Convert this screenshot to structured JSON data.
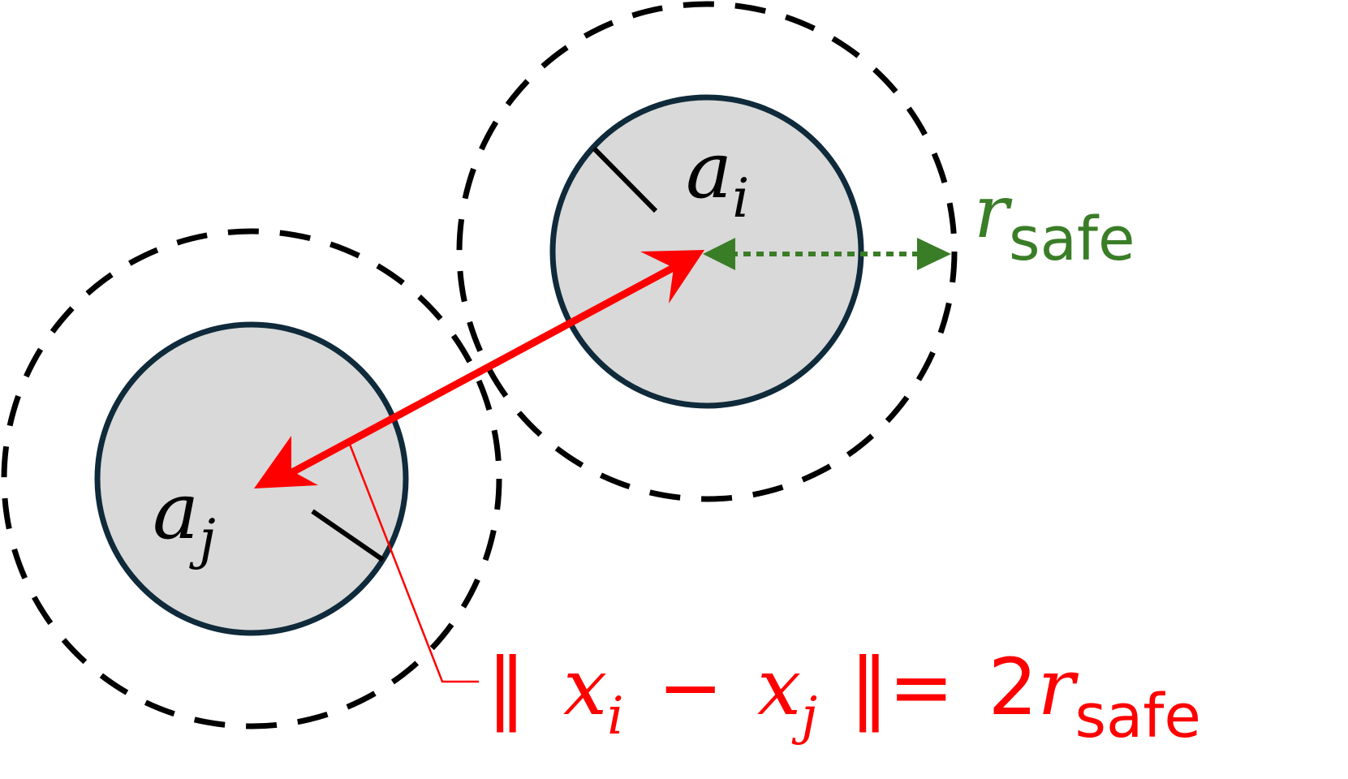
{
  "colors": {
    "agent_fill": "#d9d9d9",
    "agent_stroke": "#0f2a3a",
    "safety_ring": "#000000",
    "distance_arrow": "#ff0000",
    "radius_arrow": "#3a7d27",
    "equation_text": "#ff0000",
    "radius_text": "#3a7d27"
  },
  "agent_i": {
    "symbol": "a",
    "subscript": "i"
  },
  "agent_j": {
    "symbol": "a",
    "subscript": "j"
  },
  "safe_radius": {
    "symbol": "r",
    "subscript": "safe"
  },
  "equation": {
    "open_norm": "‖",
    "x1": "x",
    "x1_sub": "i",
    "minus": "−",
    "x2": "x",
    "x2_sub": "j",
    "close_norm_equals": "‖=",
    "coefficient": "2",
    "r": "r",
    "r_sub": "safe"
  }
}
